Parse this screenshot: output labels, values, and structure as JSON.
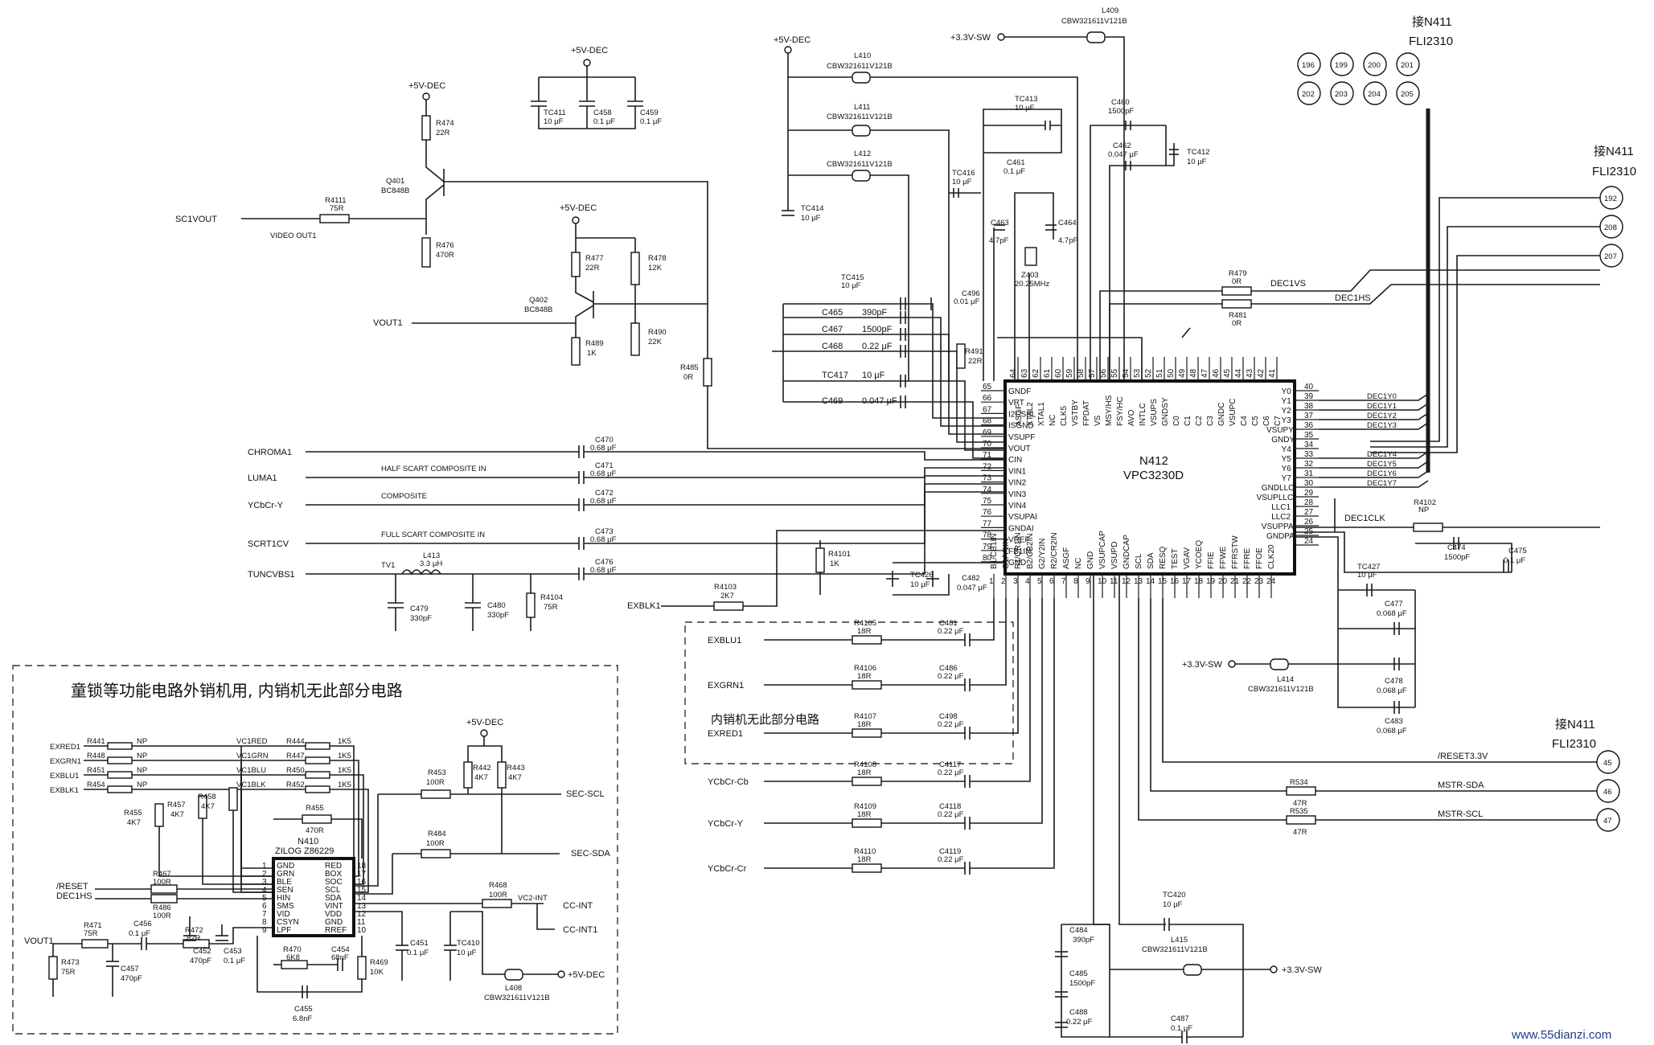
{
  "chip_main": {
    "ref": "N412",
    "part": "VPC3230D",
    "left_pins": [
      "65",
      "66",
      "67",
      "68",
      "69",
      "70",
      "71",
      "72",
      "73",
      "74",
      "75",
      "76",
      "77",
      "78",
      "79",
      "80"
    ],
    "left_names": [
      "GNDF",
      "VRT",
      "I2CSEL",
      "ISGND",
      "VSUPF",
      "VOUT",
      "CIN",
      "VIN1",
      "VIN2",
      "VIN3",
      "VIN4",
      "VSUPAI",
      "GNDAI",
      "VREF",
      "FB1IN",
      "GND"
    ],
    "top_pins": [
      "64",
      "63",
      "62",
      "61",
      "60",
      "59",
      "58",
      "57",
      "56",
      "55",
      "54",
      "53",
      "52",
      "51",
      "50",
      "49",
      "48",
      "47",
      "46",
      "45",
      "44",
      "43",
      "42",
      "41"
    ],
    "top_names": [
      "ASGF",
      "XTAL2",
      "XTAL1",
      "NC",
      "CLK5",
      "VSTBY",
      "FPDAT",
      "VS",
      "MSY/HS",
      "FSY/HC",
      "AVO",
      "INTLC",
      "VSUPS",
      "GNDSY",
      "C0",
      "C1",
      "C2",
      "C3",
      "GNDC",
      "VSUPC",
      "C4",
      "C5",
      "C6",
      "C7"
    ],
    "right_pins": [
      "40",
      "39",
      "38",
      "37",
      "36",
      "35",
      "34",
      "33",
      "32",
      "31",
      "30",
      "29",
      "28",
      "27",
      "26",
      "25",
      "24"
    ],
    "right_names": [
      "Y0",
      "Y1",
      "Y2",
      "Y3",
      "VSUPY",
      "GNDY",
      "Y4",
      "Y5",
      "Y6",
      "Y7",
      "GNDLLC",
      "VSUPLLC",
      "LLC1",
      "LLC2",
      "VSUPPA",
      "GNDPA"
    ],
    "bottom_pins": [
      "1",
      "2",
      "3",
      "4",
      "5",
      "6",
      "7",
      "8",
      "9",
      "10",
      "11",
      "12",
      "13",
      "14",
      "15",
      "16",
      "17",
      "18",
      "19",
      "20",
      "21",
      "22",
      "23",
      "24"
    ],
    "bottom_names": [
      "B1/CB1IN",
      "G1/Y1IN",
      "R1/CR1IN",
      "B2/CB2IN",
      "G2/Y2IN",
      "R2/CR2IN",
      "ASGF",
      "NC",
      "GND",
      "VSUPCAP",
      "VSUPD",
      "GNDCAP",
      "SCL",
      "SDA",
      "RESQ",
      "TEST",
      "VGAV",
      "YCOEQ",
      "FFIE",
      "FFWE",
      "FFRSTW",
      "FFRE",
      "FFOE",
      "CLK20"
    ]
  },
  "chip_aux": {
    "ref": "N410",
    "part": "ZILOG Z86229",
    "left_pins": [
      "1",
      "2",
      "3",
      "4",
      "5",
      "6",
      "7",
      "8",
      "9"
    ],
    "left_names": [
      "GND",
      "GRN",
      "BLE",
      "SEN",
      "HIN",
      "SMS",
      "VID",
      "CSYN",
      "LPF"
    ],
    "right_pins": [
      "18",
      "17",
      "16",
      "15",
      "14",
      "13",
      "12",
      "11",
      "10"
    ],
    "right_names": [
      "RED",
      "BOX",
      "SOC",
      "SCL",
      "SDA",
      "VINT",
      "VDD",
      "GND",
      "RREF"
    ]
  },
  "header": {
    "connect_top": "接N411",
    "fli_top": "FLI2310",
    "pins_row1": [
      "196",
      "199",
      "200",
      "201"
    ],
    "pins_row2": [
      "202",
      "203",
      "204",
      "205"
    ],
    "connect_right": "接N411",
    "fli_right": "FLI2310",
    "right_pins": [
      "192",
      "208",
      "207"
    ]
  },
  "connector_bottom": {
    "connect": "接N411",
    "fli": "FLI2310",
    "pins": [
      "45",
      "46",
      "47"
    ],
    "nets": [
      "/RESET3.3V",
      "MSTR-SDA",
      "MSTR-SCL"
    ],
    "resistors": [
      "R534",
      "R535"
    ],
    "values": [
      "47R",
      "47R"
    ]
  },
  "inputs": [
    {
      "net": "CHROMA1",
      "desc": "",
      "cap": "C470",
      "val": "0.68 μF"
    },
    {
      "net": "LUMA1",
      "desc": "HALF SCART COMPOSITE IN",
      "cap": "C471",
      "val": "0.68 μF"
    },
    {
      "net": "YCbCr-Y",
      "desc": "COMPOSITE",
      "cap": "C472",
      "val": "0.68 μF"
    },
    {
      "net": "SCRT1CV",
      "desc": "FULL SCART COMPOSITE IN",
      "cap": "C473",
      "val": "0.68 μF"
    },
    {
      "net": "TUNCVBS1",
      "desc": "TV1",
      "cap": "C476",
      "val": "0.68 μF"
    }
  ],
  "rgb_inputs": [
    {
      "net": "EXBLU1",
      "res": "R4105",
      "rv": "18R",
      "cap": "C481",
      "cv": "0.22 μF"
    },
    {
      "net": "EXGRN1",
      "res": "R4106",
      "rv": "18R",
      "cap": "C486",
      "cv": "0.22 μF"
    },
    {
      "net": "EXRED1",
      "res": "R4107",
      "rv": "18R",
      "cap": "C498",
      "cv": "0.22 μF"
    },
    {
      "net": "YCbCr-Cb",
      "res": "R4108",
      "rv": "18R",
      "cap": "C4117",
      "cv": "0.22 μF"
    },
    {
      "net": "YCbCr-Y",
      "res": "R4109",
      "rv": "18R",
      "cap": "C4118",
      "cv": "0.22 μF"
    },
    {
      "net": "YCbCr-Cr",
      "res": "R4110",
      "rv": "18R",
      "cap": "C4119",
      "cv": "0.22 μF"
    }
  ],
  "dec_outputs": [
    "DEC1Y0",
    "DEC1Y1",
    "DEC1Y2",
    "DEC1Y3",
    "DEC1Y4",
    "DEC1Y5",
    "DEC1Y6",
    "DEC1Y7"
  ],
  "labels": {
    "vdec": "+5V-DEC",
    "v33": "+3.3V-SW",
    "sc1vout": "SC1VOUT",
    "video_out1": "VIDEO OUT1",
    "vout1": "VOUT1",
    "exblk1": "EXBLK1",
    "dec1vs": "DEC1VS",
    "dec1hs": "DEC1HS",
    "dec1clk": "DEC1CLK",
    "internal_note": "内销机无此部分电路",
    "box_title": "童锁等功能电路外销机用, 内销机无此部分电路",
    "sec_scl": "SEC-SCL",
    "sec_sda": "SEC-SDA",
    "cc_int": "CC-INT",
    "cc_int1": "CC-INT1",
    "vc2_int": "VC2-INT",
    "reset": "/RESET",
    "dec1hs2": "DEC1HS",
    "vout1b": "VOUT1",
    "watermark": "www.55dianzi.com"
  },
  "parts": {
    "R474": "22R",
    "R4111": "75R",
    "R476": "470R",
    "Q401": "BC848B",
    "Q402": "BC848B",
    "R477": "22R",
    "R478": "12K",
    "R489": "1K",
    "R490": "22K",
    "R485": "0R",
    "TC411": "10 μF",
    "C458": "0.1 μF",
    "C459": "0.1 μF",
    "L409": "CBW321611V121B",
    "L410": "CBW321611V121B",
    "L411": "CBW321611V121B",
    "L412": "CBW321611V121B",
    "TC413": "10 μF",
    "C460": "1500pF",
    "C462": "0.047 μF",
    "TC412": "10 μF",
    "C461": "0.1 μF",
    "TC416": "10 μF",
    "TC414": "10 μF",
    "C463": "4.7pF",
    "C464": "4.7pF",
    "Z403": "20.25MHz",
    "TC415": "10 μF",
    "C465": "390pF",
    "C467": "1500pF",
    "C468": "0.22 μF",
    "TC417": "10 μF",
    "C469": "0.047 μF",
    "C496": "0.01 μF",
    "R491": "22R",
    "R479": "0R",
    "R481": "0R",
    "R4101": "1K",
    "TC426": "10 μF",
    "C482": "0.047 μF",
    "R4103": "2K7",
    "L413": "3.3 μH",
    "C479": "330pF",
    "C480": "330pF",
    "R4104": "75R",
    "R4102": "NP",
    "C474": "1500pF",
    "C475": "0.1 μF",
    "TC427": "10 μF",
    "C477": "0.068 μF",
    "L414": "CBW321611V121B",
    "C478": "0.068 μF",
    "C483": "0.068 μF",
    "TC420": "10 μF",
    "C484": "390pF",
    "L415": "CBW321611V121B",
    "C485": "1500pF",
    "C488": "0.22 μF",
    "C487": "0.1 μF"
  },
  "aux_parts": {
    "left_nets": [
      "EXRED1",
      "EXGRN1",
      "EXBLU1",
      "EXBLK1"
    ],
    "left_res": [
      "R441",
      "R448",
      "R451",
      "R454"
    ],
    "left_val": [
      "NP",
      "NP",
      "NP",
      "NP"
    ],
    "mid_nets": [
      "VC1RED",
      "VC1GRN",
      "VC1BLU",
      "VC1BLK"
    ],
    "mid_res": [
      "R444",
      "R447",
      "R450",
      "R452"
    ],
    "mid_val": [
      "1K5",
      "1K5",
      "1K5",
      "1K5"
    ],
    "R455": "4K7",
    "R457": "4K7",
    "R458": "4K7",
    "R453": "100R",
    "R442": "4K7",
    "R443": "4K7",
    "R455b": "470R",
    "R484": "100R",
    "R467": "100R",
    "R486": "100R",
    "R468": "100R",
    "R471": "75R",
    "R473": "75R",
    "C456": "0.1 μF",
    "C457": "470pF",
    "R472": "82R",
    "C452": "470pF",
    "C453": "0.1 μF",
    "R470": "6K8",
    "C454": "68nF",
    "C455": "6.8nF",
    "R469": "10K",
    "C451": "0.1 μF",
    "TC410": "10 μF",
    "L408": "CBW321611V121B"
  }
}
